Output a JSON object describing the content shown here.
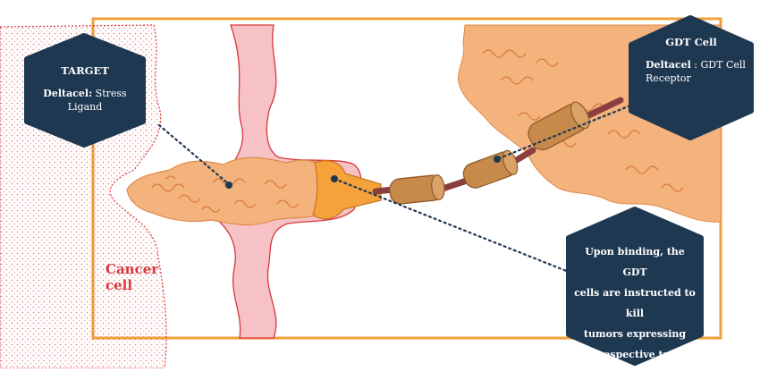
{
  "target_callout": {
    "title": "TARGET",
    "term": "Deltacel:",
    "text_line1": " Stress",
    "text_line2": "Ligand"
  },
  "gdt_callout": {
    "title": "GDT Cell",
    "term": "Deltacel",
    "text_line1": " : GDT Cell",
    "text_line2": "Receptor"
  },
  "binding_callout": {
    "lines": [
      "Upon binding, the GDT",
      "cells are instructed to kill",
      "tumors expressing",
      "the respective target"
    ]
  },
  "cancer_label": {
    "line1": "Cancer",
    "line2": "cell"
  },
  "colors": {
    "frame": "#f0a03a",
    "callout_fill": "#1f3852",
    "cancer_red": "#d8373b",
    "cell_orange": "#f4b27c",
    "vessel_pink": "#f6c2c6",
    "receptor_tan": "#c88a4a",
    "linker_maroon": "#8a3f3f"
  }
}
